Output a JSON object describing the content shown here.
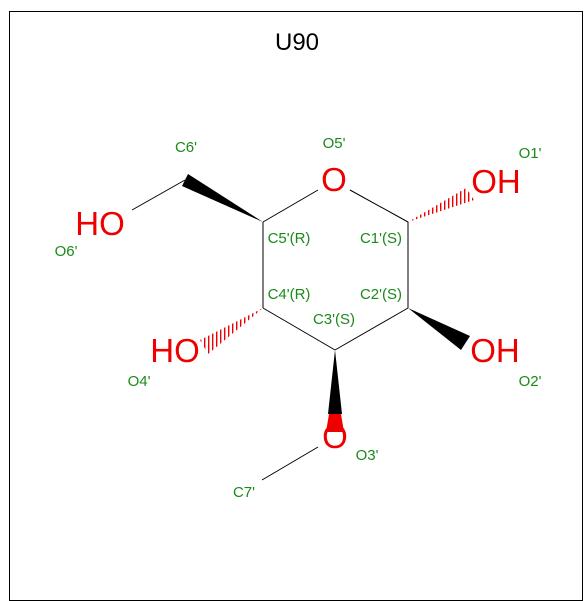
{
  "title": "U90",
  "colors": {
    "bond": "#000000",
    "oxygen": "#ee0000",
    "atom_label": "#1a8a1a",
    "frame": "#000000"
  },
  "atoms": {
    "o5": "O",
    "o1": "OH",
    "o2": "OH",
    "o3": "O",
    "o4": "HO",
    "o6": "HO"
  },
  "labels": {
    "c6": "C6'",
    "o5": "O5'",
    "o1": "O1'",
    "o6": "O6'",
    "c5": "C5'(R)",
    "c1": "C1'(S)",
    "c4": "C4'(R)",
    "c2": "C2'(S)",
    "c3": "C3'(S)",
    "o4": "O4'",
    "o2": "O2'",
    "o3": "O3'",
    "c7": "C7'"
  }
}
